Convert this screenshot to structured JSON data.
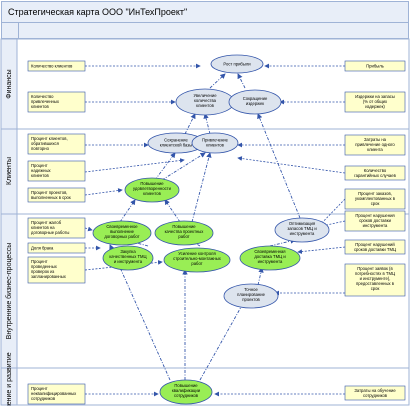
{
  "title": "Стратегическая карта ООО \"ИнТехПроект\"",
  "lanes": [
    {
      "id": "finance",
      "label": "Финансы"
    },
    {
      "id": "clients",
      "label": "Клиенты"
    },
    {
      "id": "processes",
      "label": "Внутренние бизнес-процессы"
    },
    {
      "id": "learning",
      "label": "Обучение и развитие"
    }
  ],
  "goals": {
    "profit": [
      "Рост прибыли"
    ],
    "clients_grow": [
      "Увеличение",
      "количества",
      "клиентов"
    ],
    "cost_cut": [
      "Сокращение",
      "издержек"
    ],
    "retain": [
      "Сохранение",
      "клиентской базы"
    ],
    "attract": [
      "Привлечение",
      "клиентов"
    ],
    "loyalty": [
      "Повышение",
      "удовлетворенности",
      "клиентов"
    ],
    "service": [
      "Своевременное",
      "выполнение",
      "договорных работ"
    ],
    "quality": [
      "Повышение",
      "качества проектных",
      "работ"
    ],
    "inventory": [
      "Оптимизация",
      "запасов ТМЦ и",
      "инструмента"
    ],
    "purchase": [
      "Закупка",
      "качественных ТМЦ",
      "и инструмента"
    ],
    "supervise": [
      "Усиление контроля",
      "строительно-монтажных",
      "работ"
    ],
    "delivery": [
      "Своевременная",
      "доставка ТМЦ и",
      "инструмента"
    ],
    "deadlines": [
      "Точное",
      "планирование",
      "проектов"
    ],
    "staff": [
      "Повышение",
      "квалификации",
      "сотрудников"
    ]
  },
  "indicators": {
    "left": {
      "finance_1": [
        "Количество клиентов"
      ],
      "finance_2": [
        "Количество",
        "привлеченных",
        "клиентов"
      ],
      "clients_1": [
        "Процент клиентов,",
        "обратившихся",
        "повторно"
      ],
      "clients_2": [
        "Процент",
        "надежных",
        "клиентов"
      ],
      "clients_3": [
        "Процент проектов,",
        "выполненных в срок"
      ],
      "proc_1": [
        "Процент жалоб",
        "клиентов на",
        "договорные работы"
      ],
      "proc_2": [
        "Доля брака"
      ],
      "proc_3": [
        "Процент",
        "проведенных",
        "проверок из",
        "запланированных"
      ],
      "learn_1": [
        "Процент",
        "неквалифицированных",
        "сотрудников"
      ]
    },
    "right": {
      "finance_1": [
        "Прибыль"
      ],
      "finance_2": [
        "Издержки на запасы",
        "(% от общих",
        "издержек)"
      ],
      "clients_1": [
        "Затраты на",
        "привлечение одного",
        "клиента"
      ],
      "clients_2": [
        "Количество",
        "гарантийных случаев"
      ],
      "clients_3": [
        "Процент заказов,",
        "укомплектованных в",
        "срок"
      ],
      "proc_1": [
        "Процент нарушения",
        "сроков доставки",
        "инструмента"
      ],
      "proc_2": [
        "Процент нарушений",
        "сроков доставки ТМЦ"
      ],
      "proc_3": [
        "Процент заявок (в",
        "потребностях в ТМЦ",
        "и инструменте),",
        "предоставленных в",
        "срок"
      ],
      "learn_1": [
        "Затраты на обучение",
        "сотрудников"
      ]
    }
  },
  "colors": {
    "process_goal": "#99ee55",
    "finance_goal": "#dde4ee",
    "indicator_box": "#ffffcc",
    "lane_fill": "#e8eef8",
    "grid": "#9fb3d6",
    "arrow": "#3355aa"
  }
}
